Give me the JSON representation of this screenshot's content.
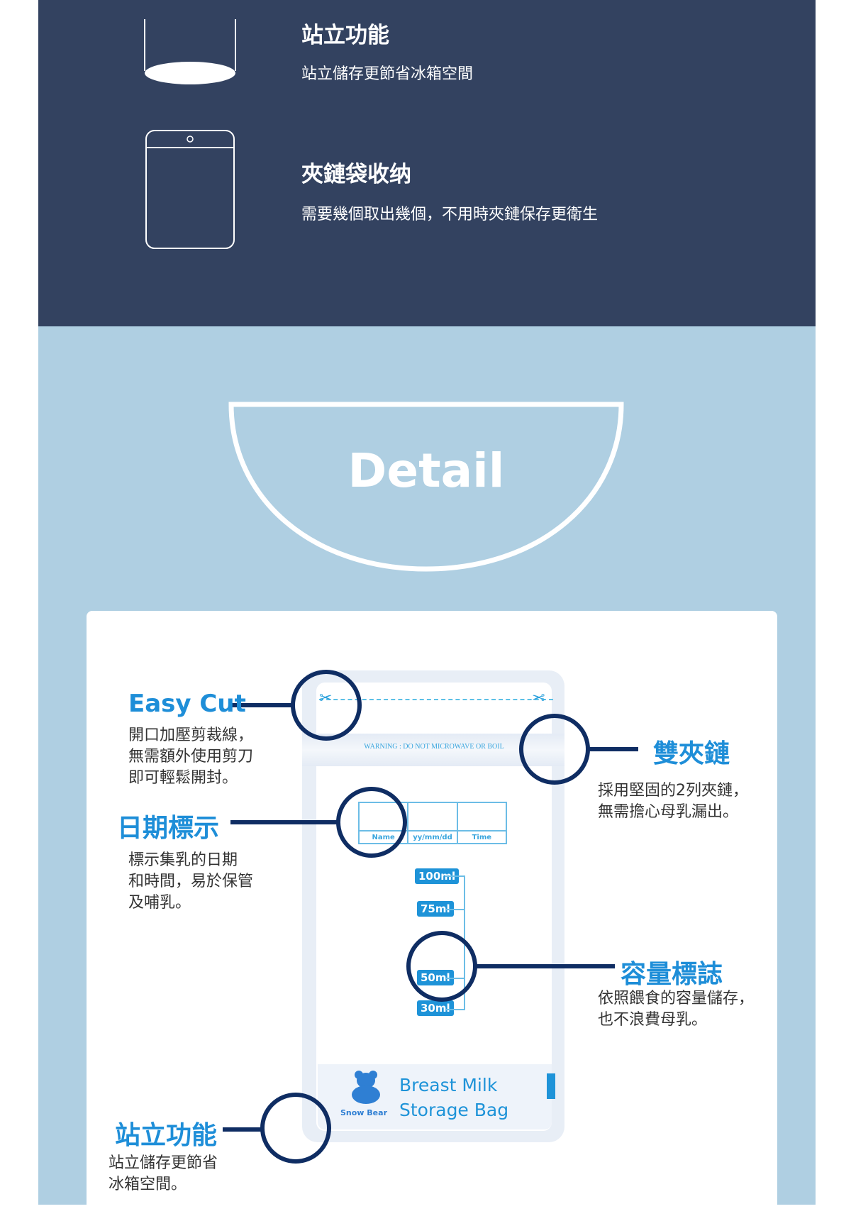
{
  "features": [
    {
      "title": "站立功能",
      "subtitle": "站立儲存更節省冰箱空間"
    },
    {
      "title": "夾鏈袋收纳",
      "subtitle": "需要幾個取出幾個，不用時夾鏈保存更衛生"
    }
  ],
  "detail_heading": "Detail",
  "callouts": {
    "easy_cut": {
      "title": "Easy Cut",
      "desc": [
        "開口加壓剪裁線，",
        "無需額外使用剪刀",
        "即可輕鬆開封。"
      ]
    },
    "zipper": {
      "title": "雙夾鏈",
      "desc": [
        "採用堅固的2列夾鏈，",
        "無需擔心母乳漏出。"
      ]
    },
    "date": {
      "title": "日期標示",
      "desc": [
        "標示集乳的日期",
        "和時間，易於保管",
        "及哺乳。"
      ]
    },
    "volume": {
      "title": "容量標誌",
      "desc": [
        "依照餵食的容量儲存，",
        "也不浪費母乳。"
      ]
    },
    "stand": {
      "title": "站立功能",
      "desc": [
        "站立儲存更節省",
        "冰箱空間。"
      ]
    }
  },
  "bag": {
    "warning": "WARNING : DO NOT MICROWAVE OR BOIL",
    "table_headers": [
      "Name",
      "yy/mm/dd",
      "Time"
    ],
    "volumes": [
      "100ml",
      "75ml",
      "50ml",
      "30ml"
    ],
    "product_line1": "Breast Milk",
    "product_line2": "Storage Bag",
    "brand": "Snow Bear"
  },
  "colors": {
    "dark": "#334260",
    "light": "#afcfe2",
    "ring": "#0f2d63",
    "accent": "#1e8ed8"
  }
}
